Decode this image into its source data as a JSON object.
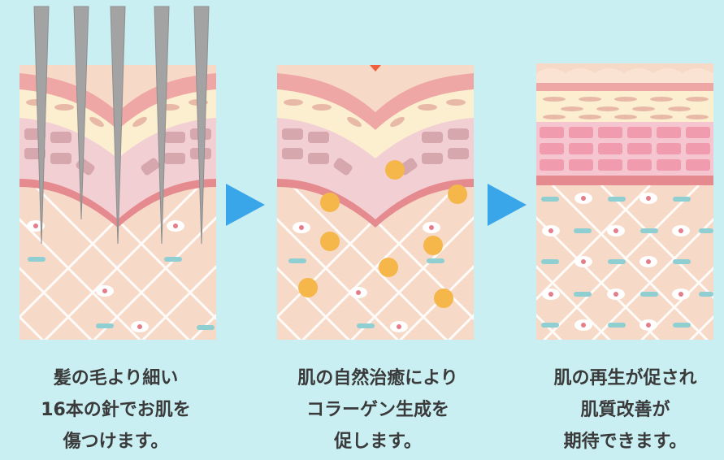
{
  "steps": [
    {
      "caption": "髪の毛より細い\n16本の針でお肌を\n傷つけます。"
    },
    {
      "caption": "肌の自然治癒により\nコラーゲン生成を\n促します。"
    },
    {
      "caption": "肌の再生が促され\n肌質改善が\n期待できます。"
    }
  ],
  "colors": {
    "background": "#c9eff3",
    "arrow": "#3aa6ea",
    "dot": "#f5b64a",
    "needle": "#a3a3a3"
  }
}
